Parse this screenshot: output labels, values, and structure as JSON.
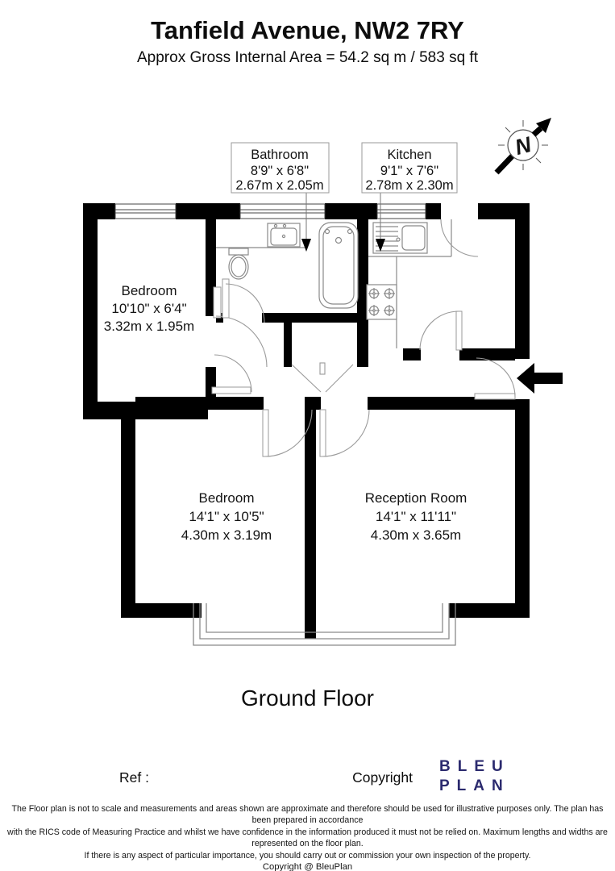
{
  "header": {
    "title": "Tanfield Avenue, NW2 7RY",
    "subtitle": "Approx Gross Internal Area = 54.2 sq m / 583 sq ft"
  },
  "plan": {
    "floor_label": "Ground Floor",
    "compass_label": "N",
    "rooms": [
      {
        "name": "Bathroom",
        "imperial": "8'9\" x 6'8\"",
        "metric": "2.67m x 2.05m"
      },
      {
        "name": "Kitchen",
        "imperial": "9'1\" x 7'6\"",
        "metric": "2.78m x 2.30m"
      },
      {
        "name": "Bedroom",
        "imperial": "10'10\" x 6'4\"",
        "metric": "3.32m x 1.95m"
      },
      {
        "name": "Bedroom",
        "imperial": "14'1\" x 10'5\"",
        "metric": "4.30m x 3.19m"
      },
      {
        "name": "Reception Room",
        "imperial": "14'1\" x 11'11\"",
        "metric": "4.30m x 3.65m"
      }
    ]
  },
  "footer": {
    "ref_label": "Ref  :",
    "copyright_label": "Copyright",
    "logo": {
      "line1": "BLEU",
      "line2": "PLAN",
      "color": "#2b2a6e"
    }
  },
  "disclaimer": {
    "line1": "The Floor plan is not to scale and measurements and areas shown are approximate and therefore should be used for illustrative purposes only. The plan has been prepared in accordance",
    "line2": "with the RICS code of Measuring Practice and whilst we have confidence in the information produced it must not be relied on. Maximum lengths and widths are represented on the floor plan.",
    "line3": "If there is any aspect of particular importance, you should carry out or commission your own inspection of the property.",
    "line4": "Copyright @ BleuPlan"
  }
}
